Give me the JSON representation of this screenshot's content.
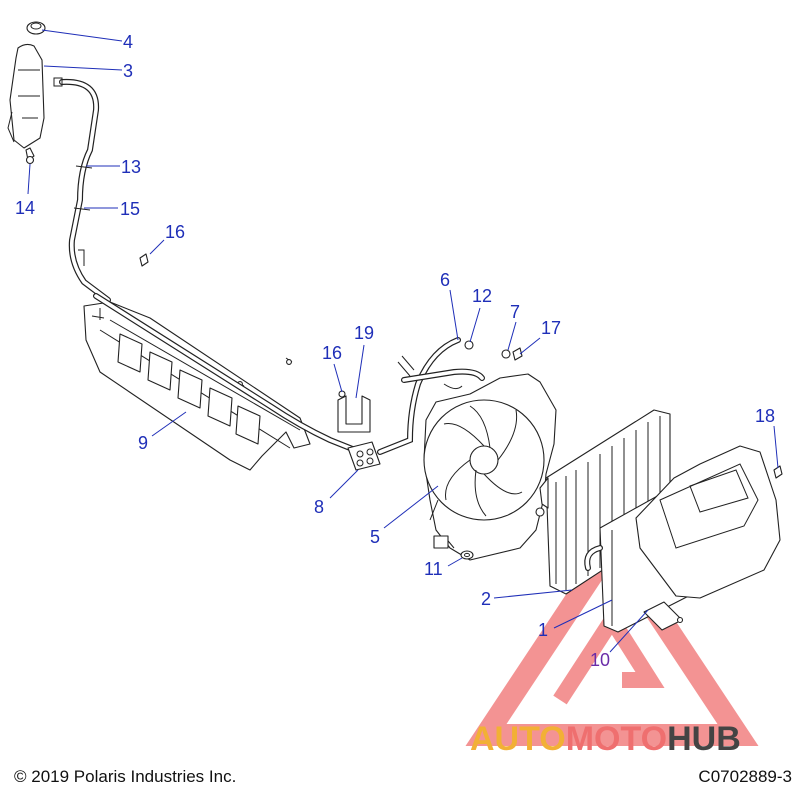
{
  "diagram": {
    "callouts": [
      "4",
      "3",
      "13",
      "14",
      "15",
      "16",
      "6",
      "12",
      "7",
      "17",
      "16",
      "19",
      "9",
      "18",
      "8",
      "5",
      "11",
      "2",
      "1",
      "10"
    ],
    "copyright": "© 2019 Polaris Industries Inc.",
    "part_code": "C0702889-3",
    "watermark": {
      "part1": "AUTO",
      "part2": "MOTO",
      "part3": "HUB"
    },
    "colors": {
      "callout": "#1f2fb8",
      "callout_alt": "#6a2ca8",
      "watermark_orange": "#f2b035",
      "watermark_red": "#ef6f6f",
      "watermark_gray": "#444444"
    }
  }
}
